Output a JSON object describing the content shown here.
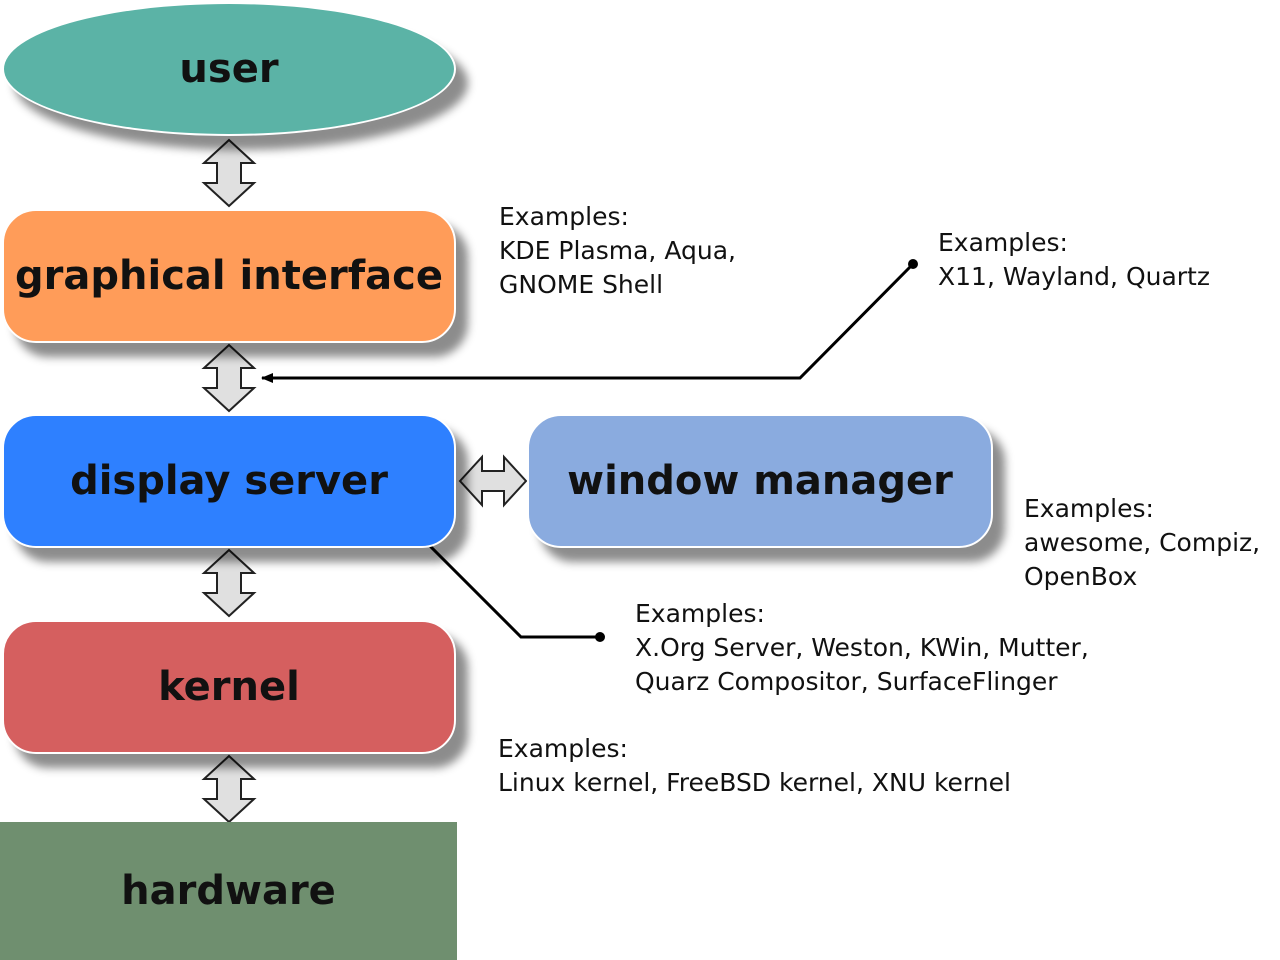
{
  "nodes": {
    "user": {
      "label": "user",
      "color": "#5bb3a6"
    },
    "graphical_interface": {
      "label": "graphical interface",
      "color": "#ff9c59"
    },
    "display_server": {
      "label": "display server",
      "color": "#2e80ff"
    },
    "window_manager": {
      "label": "window manager",
      "color": "#8aabdf"
    },
    "kernel": {
      "label": "kernel",
      "color": "#d55f5f"
    },
    "hardware": {
      "label": "hardware",
      "color": "#6f8f6f"
    }
  },
  "examples": {
    "graphical_interface": {
      "heading": "Examples:",
      "lines": [
        "KDE Plasma, Aqua,",
        "GNOME Shell"
      ]
    },
    "protocol": {
      "heading": "Examples:",
      "lines": [
        "X11, Wayland, Quartz"
      ]
    },
    "window_manager": {
      "heading": "Examples:",
      "lines": [
        "awesome, Compiz,",
        "OpenBox"
      ]
    },
    "display_server": {
      "heading": "Examples:",
      "lines": [
        "X.Org Server, Weston, KWin, Mutter,",
        "Quarz Compositor, SurfaceFlinger"
      ]
    },
    "kernel": {
      "heading": "Examples:",
      "lines": [
        "Linux kernel, FreeBSD kernel, XNU kernel"
      ]
    }
  },
  "colors": {
    "arrow_fill": "#e0e0e0",
    "arrow_stroke": "#222222",
    "pointer_line": "#000000"
  }
}
